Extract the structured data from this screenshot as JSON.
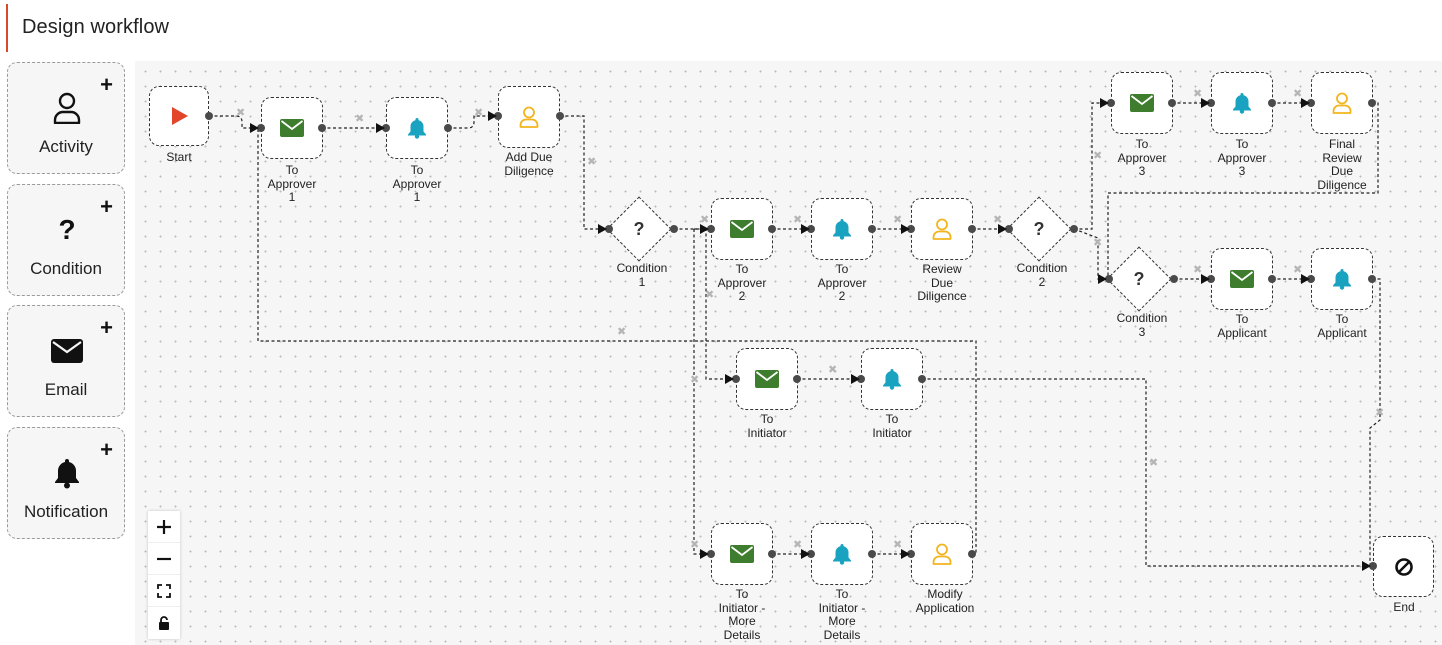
{
  "header": {
    "title": "Design workflow"
  },
  "palette": [
    {
      "label": "Activity",
      "icon": "user-icon"
    },
    {
      "label": "Condition",
      "icon": "question-icon"
    },
    {
      "label": "Email",
      "icon": "envelope-icon"
    },
    {
      "label": "Notification",
      "icon": "bell-icon"
    }
  ],
  "colors": {
    "email": "#3e7d2e",
    "bell": "#1aa3c0",
    "activity": "#f2b51d",
    "start": "#e2452a",
    "accent": "#d9482b"
  },
  "nodes": {
    "start": "Start",
    "email1": "To\nApprover\n1",
    "bell1": "To\nApprover\n1",
    "act1": "Add Due\nDiligence",
    "cond1": "Condition\n1",
    "email2": "To\nApprover\n2",
    "bell2": "To\nApprover\n2",
    "act2": "Review\nDue\nDiligence",
    "cond2": "Condition\n2",
    "email3": "To\nApprover\n3",
    "bell3": "To\nApprover\n3",
    "act3": "Final\nReview\nDue\nDiligence",
    "cond3": "Condition\n3",
    "email4": "To\nApplicant",
    "bell4": "To\nApplicant",
    "email5": "To\nInitiator",
    "bell5": "To\nInitiator",
    "email6": "To\nInitiator -\nMore\nDetails",
    "bell6": "To\nInitiator -\nMore\nDetails",
    "act6": "Modify\nApplication",
    "end": "End"
  }
}
